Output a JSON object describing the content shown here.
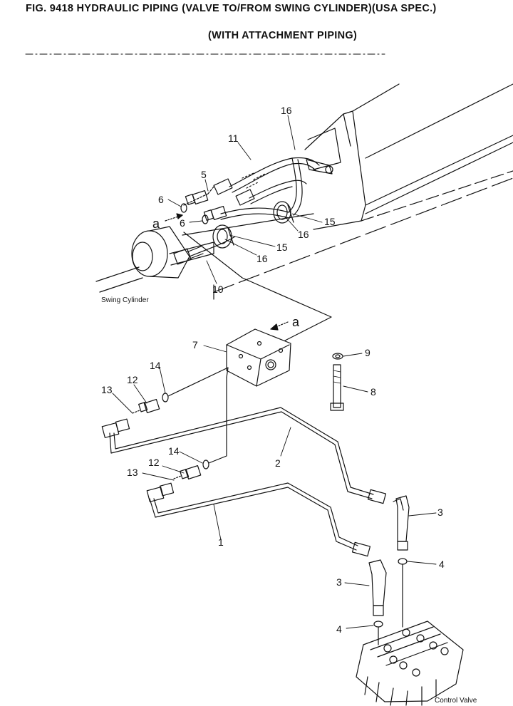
{
  "figure": {
    "title": "FIG. 9418   HYDRAULIC PIPING (VALVE TO/FROM SWING CYLINDER)(USA SPEC.)",
    "subtitle": "(WITH ATTACHMENT PIPING)"
  },
  "labels": {
    "swing_cylinder": "Swing Cylinder",
    "control_valve": "Control Valve",
    "view_a_top": "a",
    "view_a_block": "a"
  },
  "callouts": {
    "p16_top": "16",
    "p11": "11",
    "p5": "5",
    "p6_upper": "6",
    "p6_lower": "6",
    "p15_upper": "15",
    "p16_mid": "16",
    "p15_lower": "15",
    "p16_lower": "16",
    "p10": "10",
    "p7": "7",
    "p9": "9",
    "p8": "8",
    "p14_upper": "14",
    "p12_upper": "12",
    "p13_upper": "13",
    "p2": "2",
    "p14_lower": "14",
    "p12_lower": "12",
    "p13_lower": "13",
    "p3_right": "3",
    "p1": "1",
    "p4_right": "4",
    "p3_left": "3",
    "p4_left": "4"
  }
}
